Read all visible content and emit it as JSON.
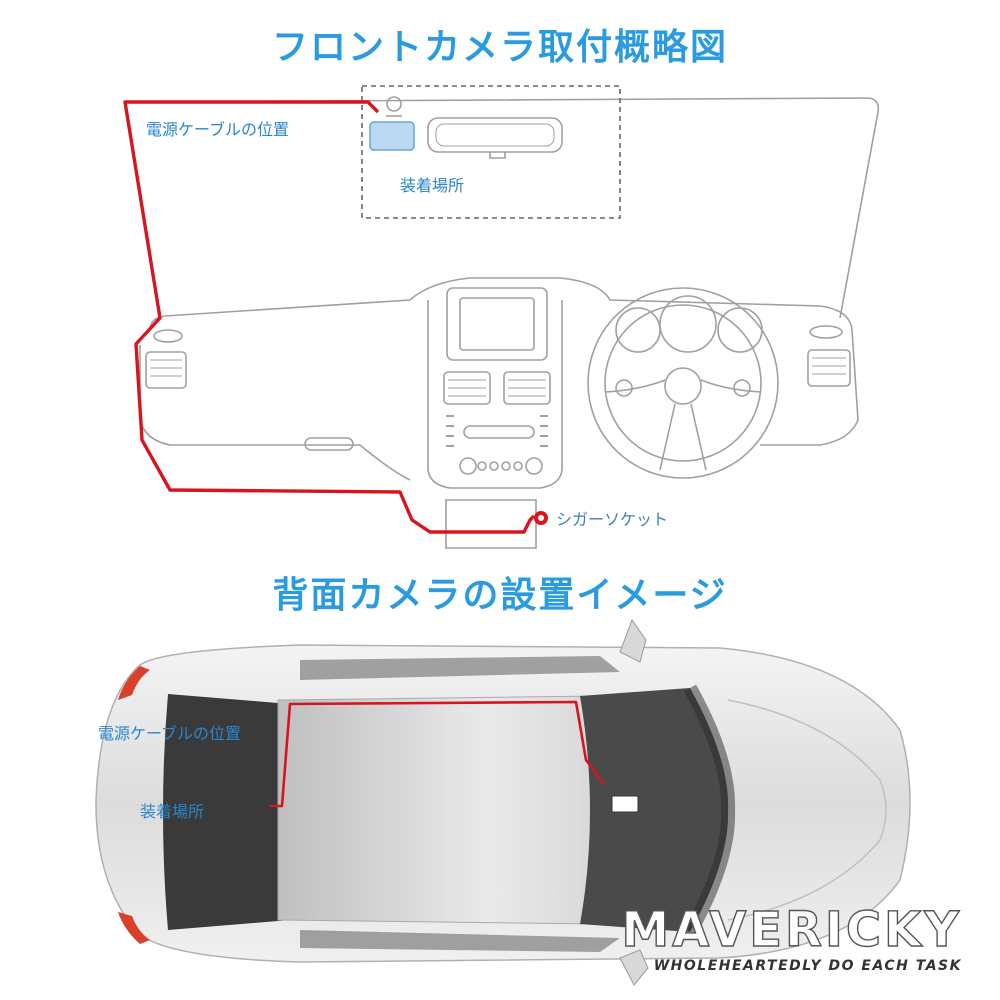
{
  "front": {
    "title": "フロントカメラ取付概略図",
    "cable_label": "電源ケーブルの位置",
    "mount_label": "装着場所",
    "socket_label": "シガーソケット"
  },
  "rear": {
    "title": "背面カメラの設置イメージ",
    "cable_label": "電源ケーブルの位置",
    "mount_label": "装着場所"
  },
  "brand": {
    "name": "MAVERICKY",
    "tagline": "WHOLEHEARTEDLY DO EACH TASK"
  },
  "colors": {
    "title": "#2a9be0",
    "label": "#2a86cc",
    "cable": "#d8141e",
    "outline": "#9a9a9a"
  }
}
